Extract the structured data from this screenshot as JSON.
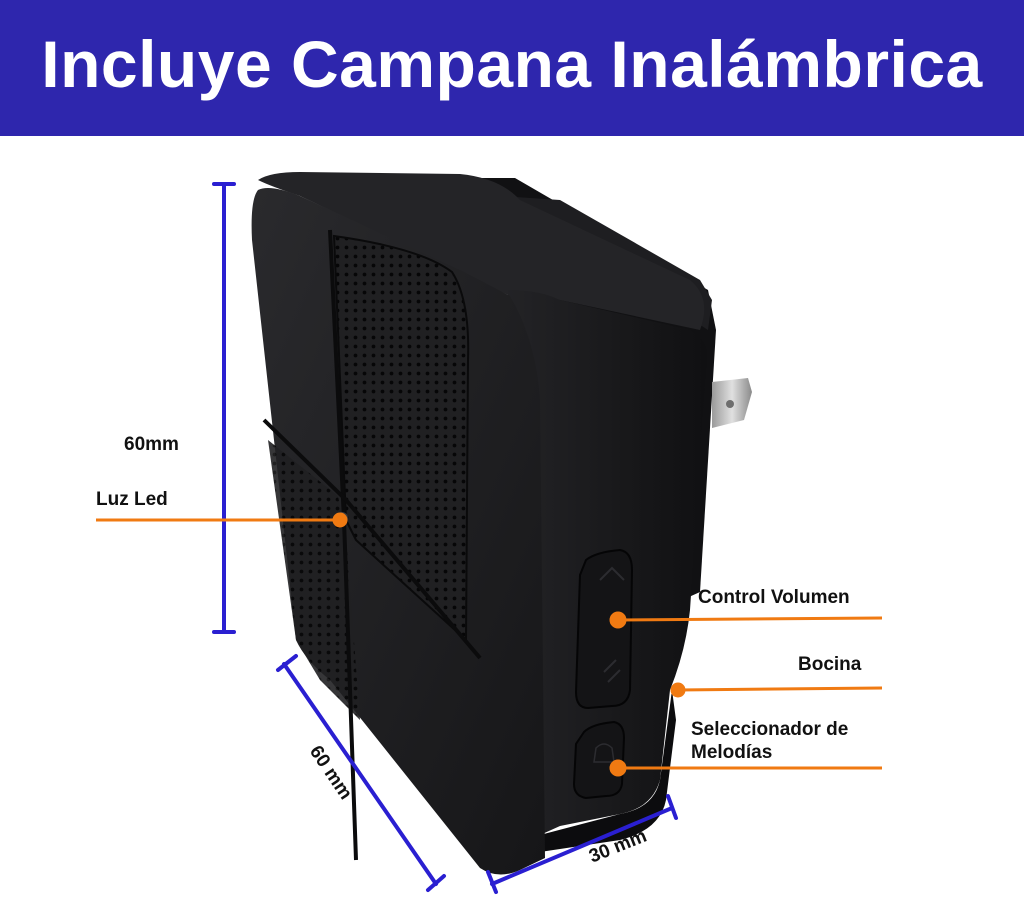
{
  "banner": {
    "title": "Incluye Campana Inalámbrica"
  },
  "labels": {
    "height": "60mm",
    "led": "Luz Led",
    "volume": "Control Volumen",
    "speaker": "Bocina",
    "melody_line1": "Seleccionador de",
    "melody_line2": "Melodías",
    "width": "60 mm",
    "depth": "30 mm"
  },
  "colors": {
    "banner_bg": "#2e26ad",
    "dimension_lines": "#2a1fd1",
    "callout_lines": "#f07a12",
    "device_body": "#1b1b1d"
  },
  "icons": [
    "volume-up-arrow-icon",
    "volume-down-arrow-icon",
    "melody-bell-icon"
  ]
}
